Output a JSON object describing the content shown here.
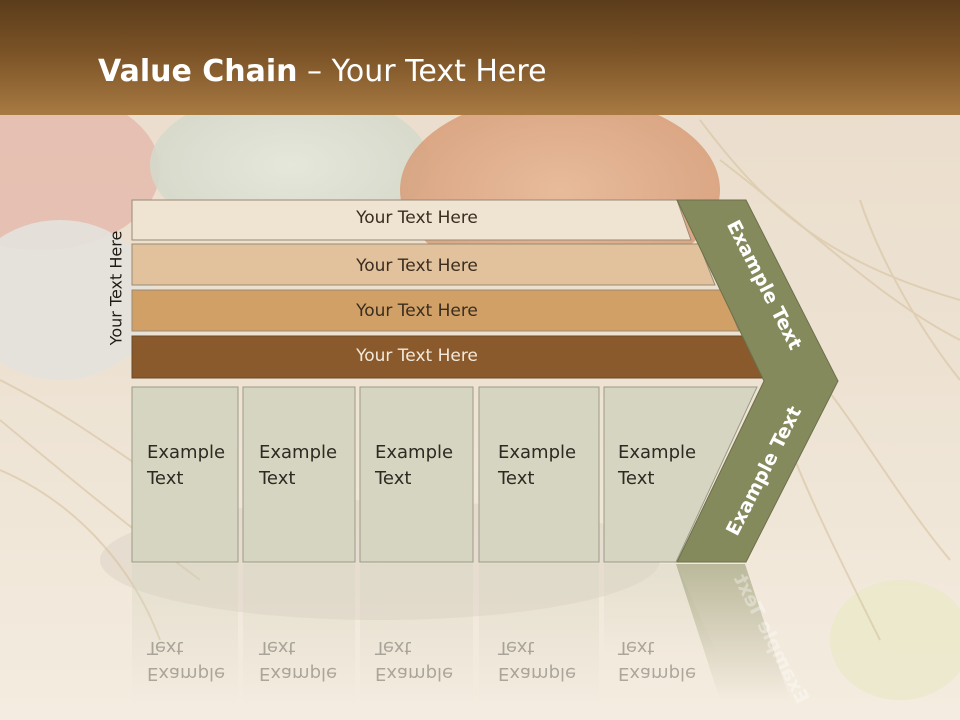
{
  "slide": {
    "title_bold": "Value Chain",
    "title_rest": " – Your Text Here"
  },
  "side_label": "Your Text Here",
  "bars": [
    {
      "label": "Your Text Here",
      "color": "#efe3d2"
    },
    {
      "label": "Your Text Here",
      "color": "#e2c29c"
    },
    {
      "label": "Your Text Here",
      "color": "#d1a066"
    },
    {
      "label": "Your Text Here",
      "color": "#8a5a2c"
    }
  ],
  "boxes": [
    {
      "line1": "Example",
      "line2": "Text"
    },
    {
      "line1": "Example",
      "line2": "Text"
    },
    {
      "line1": "Example",
      "line2": "Text"
    },
    {
      "line1": "Example",
      "line2": "Text"
    },
    {
      "line1": "Example",
      "line2": "Text"
    }
  ],
  "chevron": {
    "upper_text": "Example Text",
    "lower_text": "Example Text",
    "color": "#858a5c"
  },
  "colors": {
    "box_fill": "#d6d5c1",
    "header_dark": "#5b3c1b"
  }
}
